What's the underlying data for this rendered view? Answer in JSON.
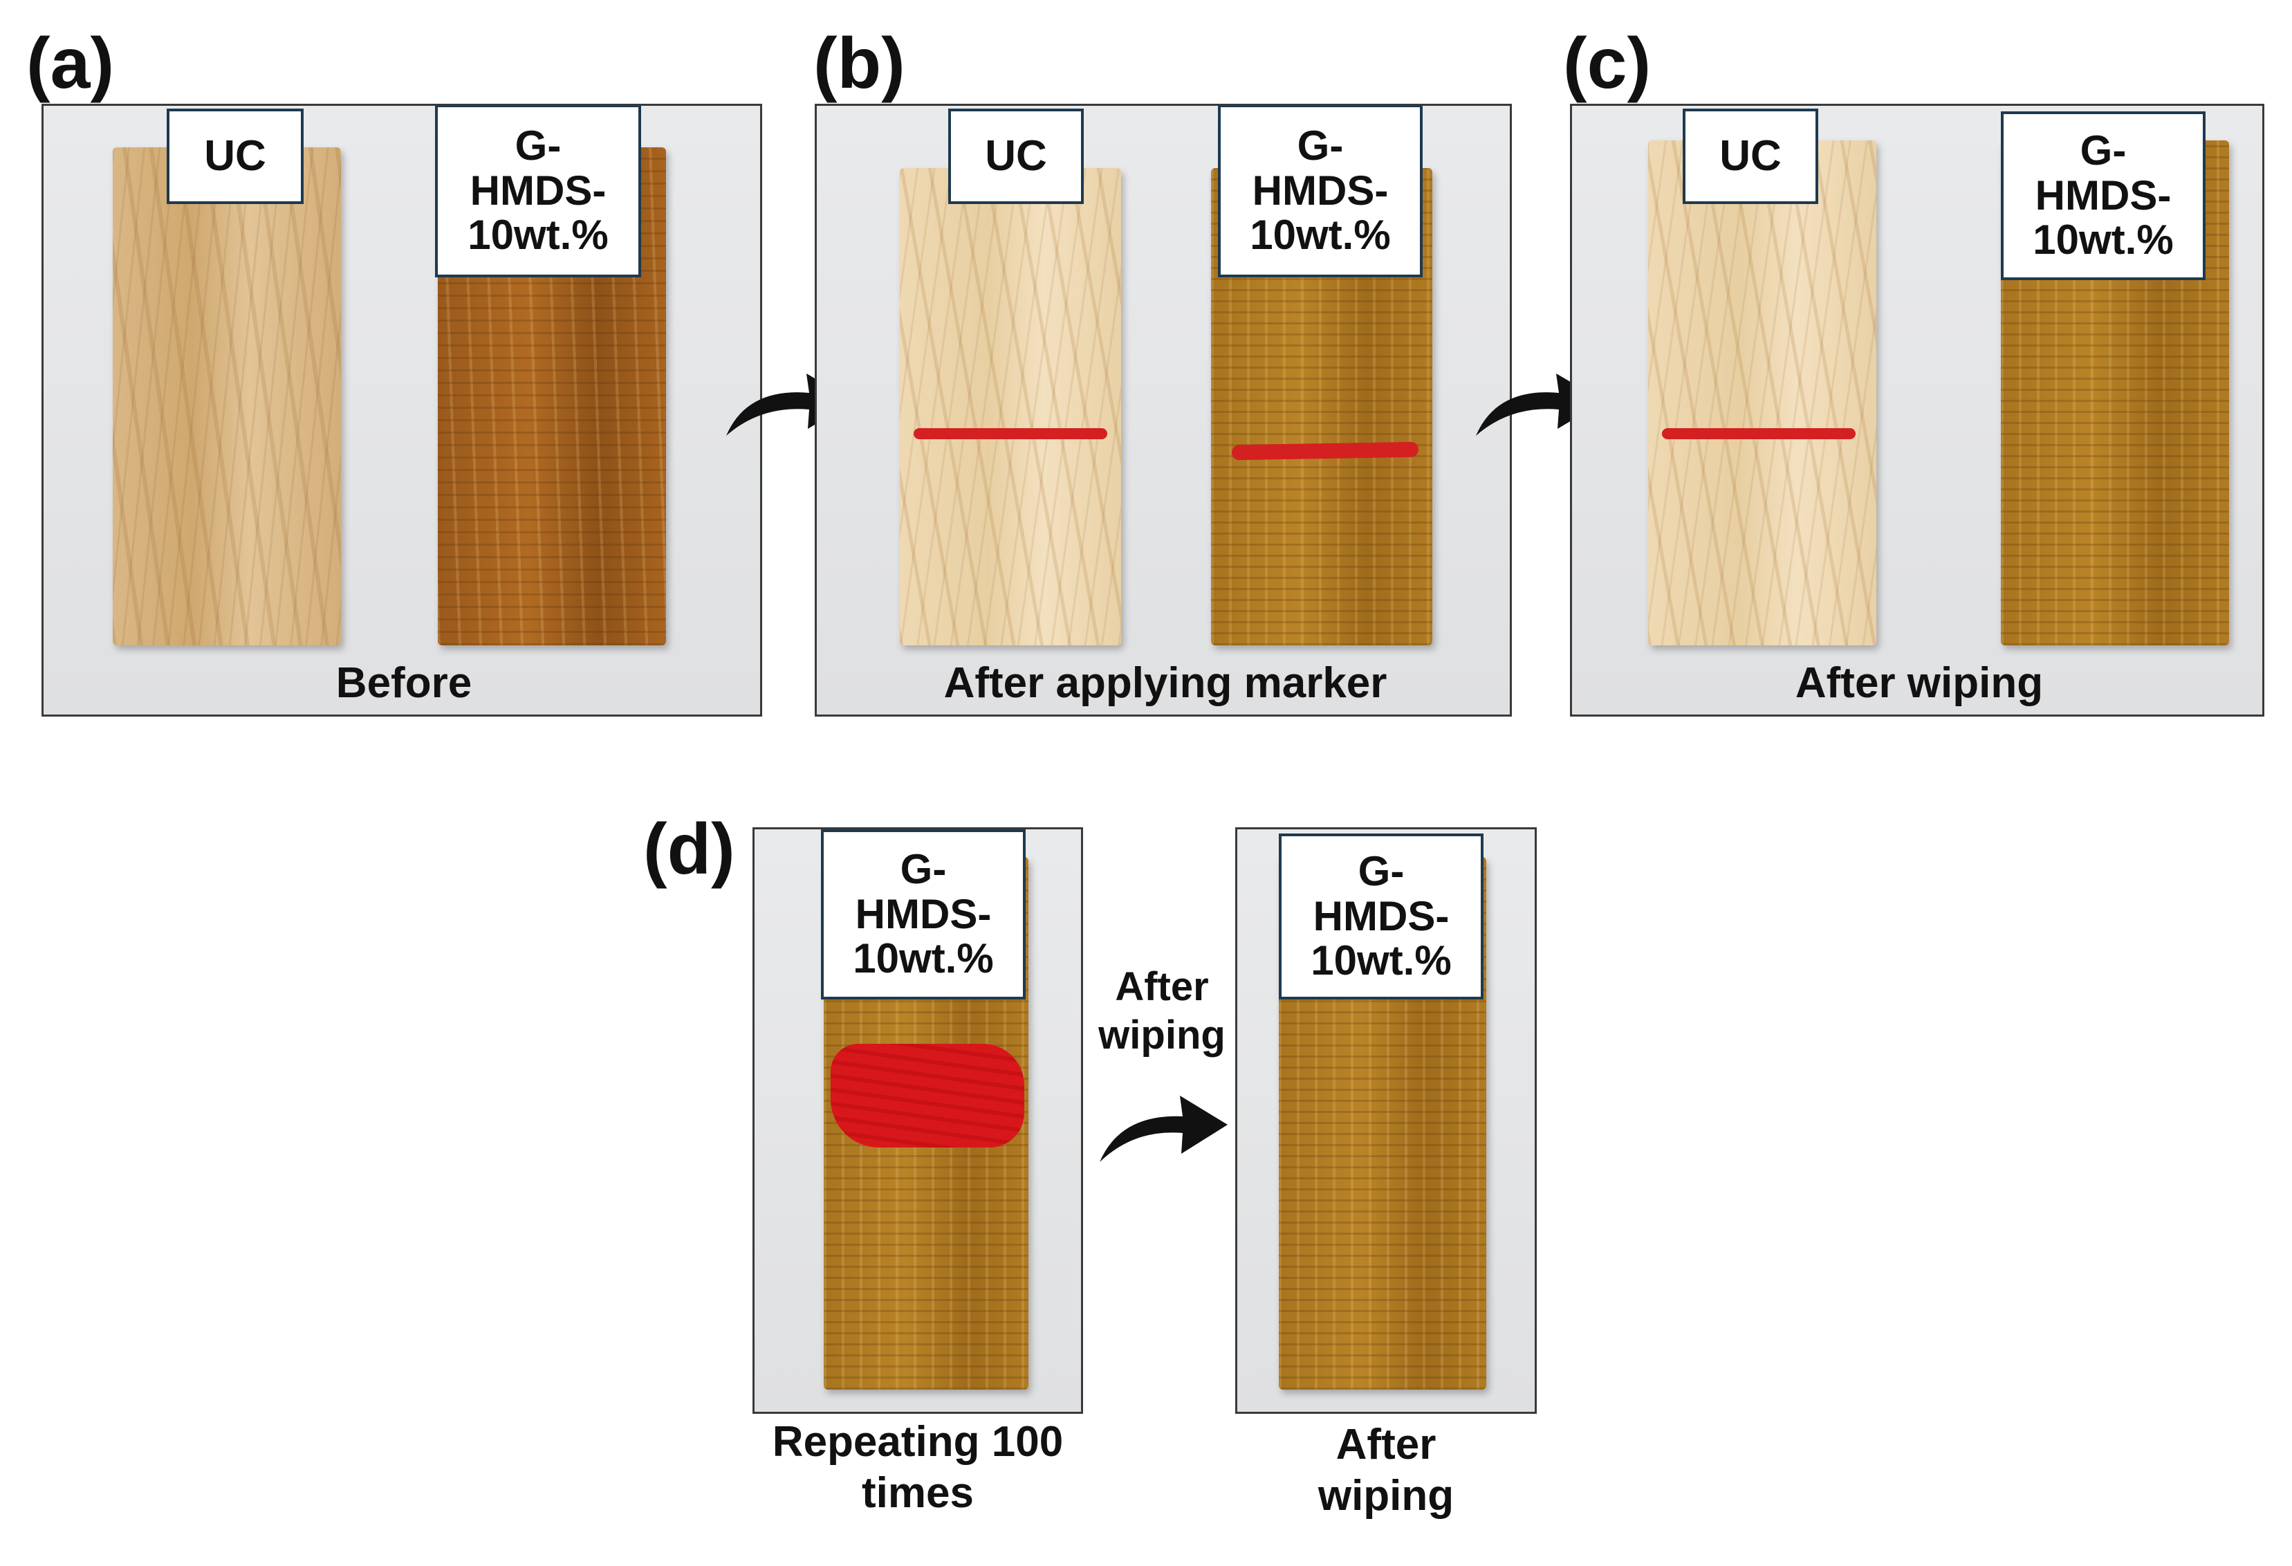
{
  "panels": {
    "a": {
      "letter": "(a)",
      "label_left": "UC",
      "label_right": "G-\nHMDS-\n10wt.%",
      "caption": "Before"
    },
    "b": {
      "letter": "(b)",
      "label_left": "UC",
      "label_right": "G-\nHMDS-\n10wt.%",
      "caption": "After applying marker"
    },
    "c": {
      "letter": "(c)",
      "label_left": "UC",
      "label_right": "G-\nHMDS-\n10wt.%",
      "caption": "After wiping"
    },
    "d": {
      "letter": "(d)",
      "label_left": "G-\nHMDS-\n10wt.%",
      "label_right": "G-\nHMDS-\n10wt.%",
      "caption_left": "Repeating 100\ntimes",
      "arrow_label": "After\nwiping",
      "caption_right": "After\nwiping"
    }
  },
  "colors": {
    "marker": "#d42020",
    "label_border": "#1e3a4f"
  },
  "icons": {
    "arrow": "curved-arrow-icon"
  }
}
